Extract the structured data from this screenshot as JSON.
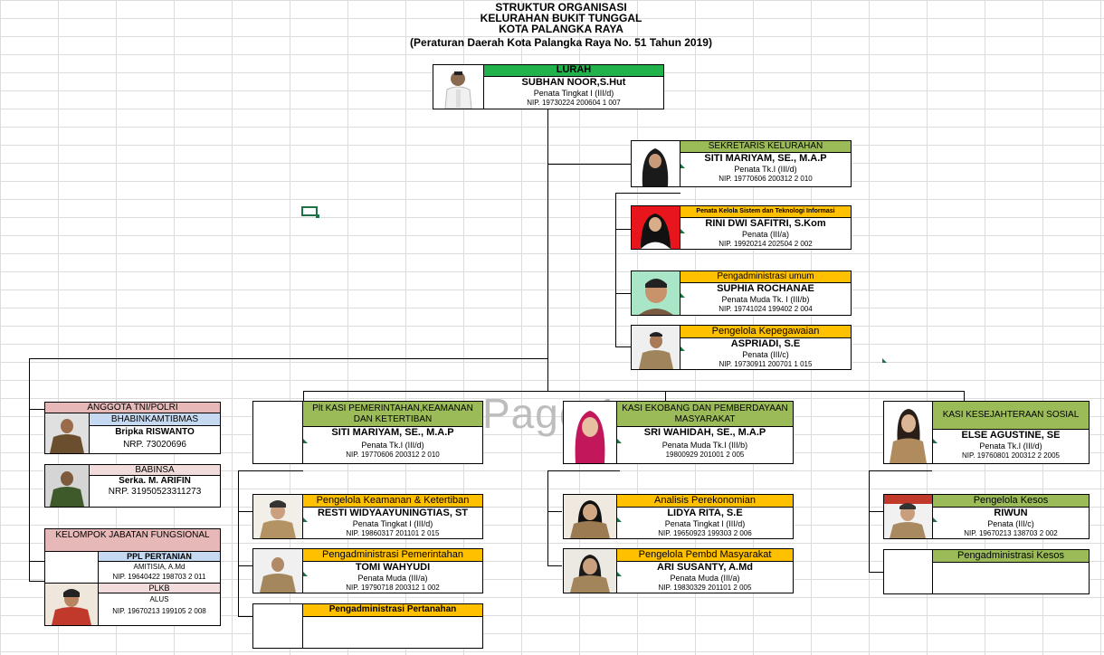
{
  "header": {
    "line1": "STRUKTUR ORGANISASI",
    "line2": "KELURAHAN BUKIT TUNGGAL",
    "line3": "KOTA PALANGKA RAYA",
    "line4": "(Peraturan Daerah Kota Palangka Raya No. 51 Tahun 2019)"
  },
  "watermark": "Page 1",
  "lurah": {
    "title": "LURAH",
    "name": "SUBHAN NOOR,S.Hut",
    "rank": "Penata Tingkat I (III/d)",
    "nip": "NIP. 19730224 200604 1 007"
  },
  "sekretaris": {
    "title": "SEKRETARIS KELURAHAN",
    "name": "SITI MARIYAM, SE., M.A.P",
    "rank": "Penata Tk.I (III/d)",
    "nip": "NIP. 19770606 200312 2 010"
  },
  "sistem_info": {
    "title": "Penata Kelola Sistem dan Teknologi Informasi",
    "name": "RINI DWI SAFITRI, S.Kom",
    "rank": "Penata (III/a)",
    "nip": "NIP. 19920214 202504 2 002"
  },
  "admin_umum": {
    "title": "Pengadministrasi umum",
    "name": "SUPHIA ROCHANAE",
    "rank": "Penata Muda Tk. I (III/b)",
    "nip": "NIP. 19741024 199402 2 004"
  },
  "kepegawaian": {
    "title": "Pengelola Kepegawaian",
    "name": "ASPRIADI, S.E",
    "rank": "Penata (III/c)",
    "nip": "NIP. 19730911 200701 1 015"
  },
  "tni_polri": {
    "title": "ANGGOTA TNI/POLRI",
    "bhabin_title": "BHABINKAMTIBMAS",
    "bhabin_name": "Bripka RISWANTO",
    "bhabin_nrp": "NRP. 73020696",
    "babinsa_title": "BABINSA",
    "babinsa_name": "Serka. M. ARIFIN",
    "babinsa_nrp": "NRP. 31950523311273"
  },
  "fungsional": {
    "title": "KELOMPOK JABATAN FUNGSIONAL",
    "ppl_title": "PPL PERTANIAN",
    "ppl_name": "AMITISIA, A.Md",
    "ppl_nip": "NIP. 19640422 198703 2 011",
    "plkb_title": "PLKB",
    "plkb_name": "ALUS",
    "plkb_nip": "NIP. 19670213 199105 2 008"
  },
  "kasi_pem": {
    "title": "Plt KASI PEMERINTAHAN,KEAMANAN DAN KETERTIBAN",
    "name": "SITI MARIYAM, SE., M.A.P",
    "rank": "Penata Tk.I (III/d)",
    "nip": "NIP. 19770606 200312 2 010"
  },
  "keamanan": {
    "title": "Pengelola Keamanan & Ketertiban",
    "name": "RESTI WIDYAAYUNINGTIAS, ST",
    "rank": "Penata Tingkat I (III/d)",
    "nip": "NIP. 19860317 201101 2 015"
  },
  "admin_pem": {
    "title": "Pengadministrasi Pemerintahan",
    "name": "TOMI WAHYUDI",
    "rank": "Penata Muda (III/a)",
    "nip": "NIP. 19790718 200312 1 002"
  },
  "admin_tanah": {
    "title": "Pengadministrasi Pertanahan"
  },
  "kasi_ekobang": {
    "title": "KASI EKOBANG DAN PEMBERDAYAAN MASYARAKAT",
    "name": "SRI WAHIDAH, SE., M.A.P",
    "rank": "Penata Muda Tk.I (III/b)",
    "nip": "19800929 201001 2  005"
  },
  "analis": {
    "title": "Analisis Perekonomian",
    "name": "LIDYA RITA, S.E",
    "rank": "Penata Tingkat I (III/d)",
    "nip": "NIP. 19650923 199303 2 006"
  },
  "pembd": {
    "title": "Pengelola Pembd Masyarakat",
    "name": "ARI SUSANTY, A.Md",
    "rank": "Penata Muda (III/a)",
    "nip": "NIP. 19830329 201101 2 005"
  },
  "kasi_kesos": {
    "title": "KASI KESEJAHTERAAN SOSIAL",
    "name": "ELSE AGUSTINE, SE",
    "rank": "Penata Tk.I (III/d)",
    "nip": "NIP. 19760801 200312 2 2005"
  },
  "kesos": {
    "title": "Pengelola Kesos",
    "name": "RIWUN",
    "rank": "Penata (III/c)",
    "nip": "NIP. 19670213 138703 2 002"
  },
  "admin_kesos": {
    "title": "Pengadministrasi Kesos"
  },
  "colors": {
    "green": "#9bbb59",
    "bright_green": "#21b24b",
    "yellow": "#ffc000",
    "pink": "#e6b8b7",
    "blue": "#c5d9f1"
  }
}
